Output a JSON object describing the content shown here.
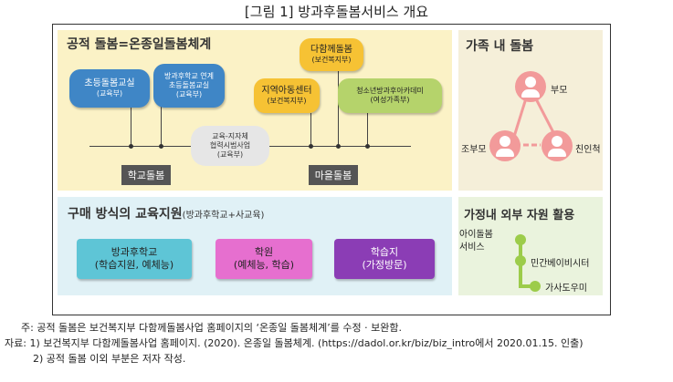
{
  "caption": "[그림 1] 방과후돌봄서비스 개요",
  "public_care": {
    "title": "공적 돌봄=온종일돌봄체계",
    "school_care": {
      "label": "초등돌봄교실",
      "sub": "(교육부)"
    },
    "afterschool_link": {
      "l1": "방과후학교 연계",
      "l2": "초등돌봄교실",
      "sub": "(교육부)"
    },
    "pilot": {
      "l1": "교육-지자체",
      "l2": "협력시범사업",
      "sub": "(교육부)"
    },
    "community_center": {
      "label": "지역아동센터",
      "sub": "(보건복지부)"
    },
    "dahamkke": {
      "label": "다함께돌봄",
      "sub": "(보건복지부)"
    },
    "youth_academy": {
      "label": "청소년방과후아카데미",
      "sub": "(여성가족부)"
    },
    "school_group": "학교돌봄",
    "village_group": "마을돌봄"
  },
  "family_care": {
    "title": "가족 내 돌봄",
    "parents": "부모",
    "grandparents": "조부모",
    "relatives": "친인척"
  },
  "purchase": {
    "title": "구매 방식의 교육지원",
    "title_sub": "(방과후학교+사교육)",
    "afterschool": {
      "l1": "방과후학교",
      "l2": "(학습지원, 예체능)"
    },
    "academy": {
      "l1": "학원",
      "l2": "(예체능, 학습)"
    },
    "worksheet": {
      "l1": "학습지",
      "l2": "(가정방문)"
    }
  },
  "outside": {
    "title": "가정내 외부 자원 활용",
    "item1_l1": "아이돌봄",
    "item1_l2": "서비스",
    "item2": "민간베이비시터",
    "item3": "가사도우미"
  },
  "notes": {
    "note1": "주: 공적 돌봄은 보건복지부 다함께돌봄사업 홈페이지의 ‘온종일 돌봄체계’를 수정 · 보완함.",
    "source1": "자료: 1) 보건복지부 다함께돌봄사업 홈페이지. (2020). 온종일 돌봄체계. (https://dadol.or.kr/biz/biz_intro에서 2020.01.15. 인출)",
    "source2": "2) 공적 돌봄 이외 부분은 저자 작성."
  },
  "colors": {
    "school_blue": "#3f86c6",
    "dahamkke_yellow": "#f6c234",
    "youth_green": "#b5d36b",
    "afterschool_teal": "#5ec5d6",
    "academy_pink": "#e66fcf",
    "worksheet_purple": "#8b3db5",
    "person_pink": "#f29a9a",
    "resource_green": "#9ccc4a"
  }
}
